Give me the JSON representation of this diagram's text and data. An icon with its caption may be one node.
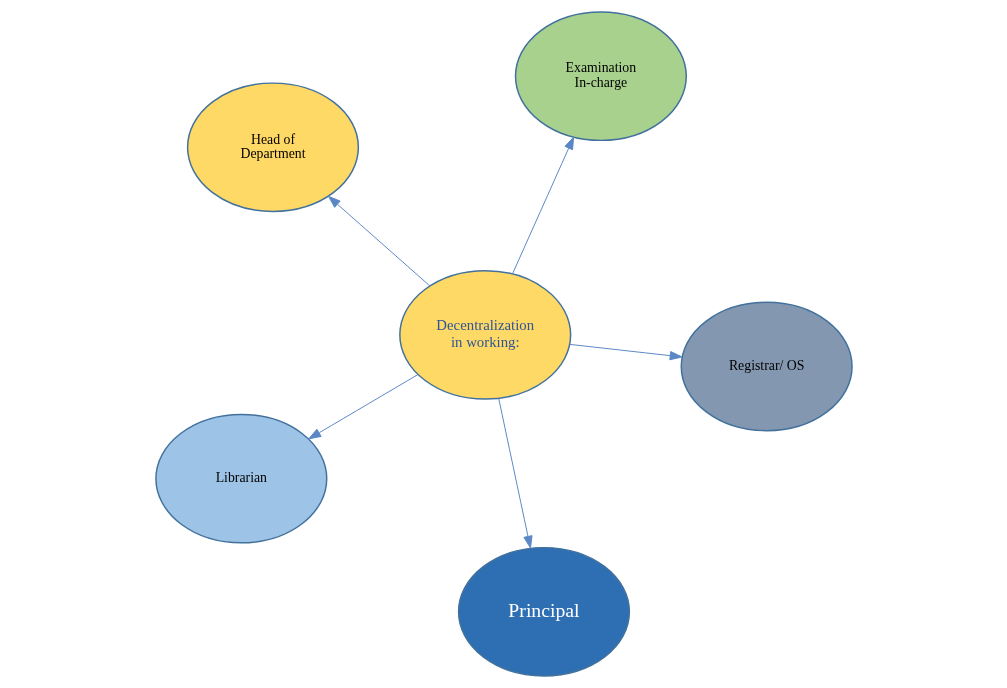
{
  "diagram": {
    "nodes": [
      {
        "text": [
          "Head of Department"
        ]
      },
      {
        "text": [
          "Registrar/ OS"
        ]
      },
      {
        "text": [
          "Principal"
        ]
      },
      {
        "text": [
          "Decentralization in working:"
        ]
      },
      {
        "text": [
          "Examination In-charge"
        ]
      },
      {
        "text": [
          "Librarian"
        ]
      }
    ],
    "edges": [
      {
        "from": 3,
        "to": 0,
        "arrow": "to"
      },
      {
        "from": 3,
        "to": 1,
        "arrow": "to"
      },
      {
        "from": 3,
        "to": 2,
        "arrow": "to"
      },
      {
        "from": 3,
        "to": 4,
        "arrow": "to"
      },
      {
        "from": 3,
        "to": 5,
        "arrow": "to"
      }
    ]
  }
}
